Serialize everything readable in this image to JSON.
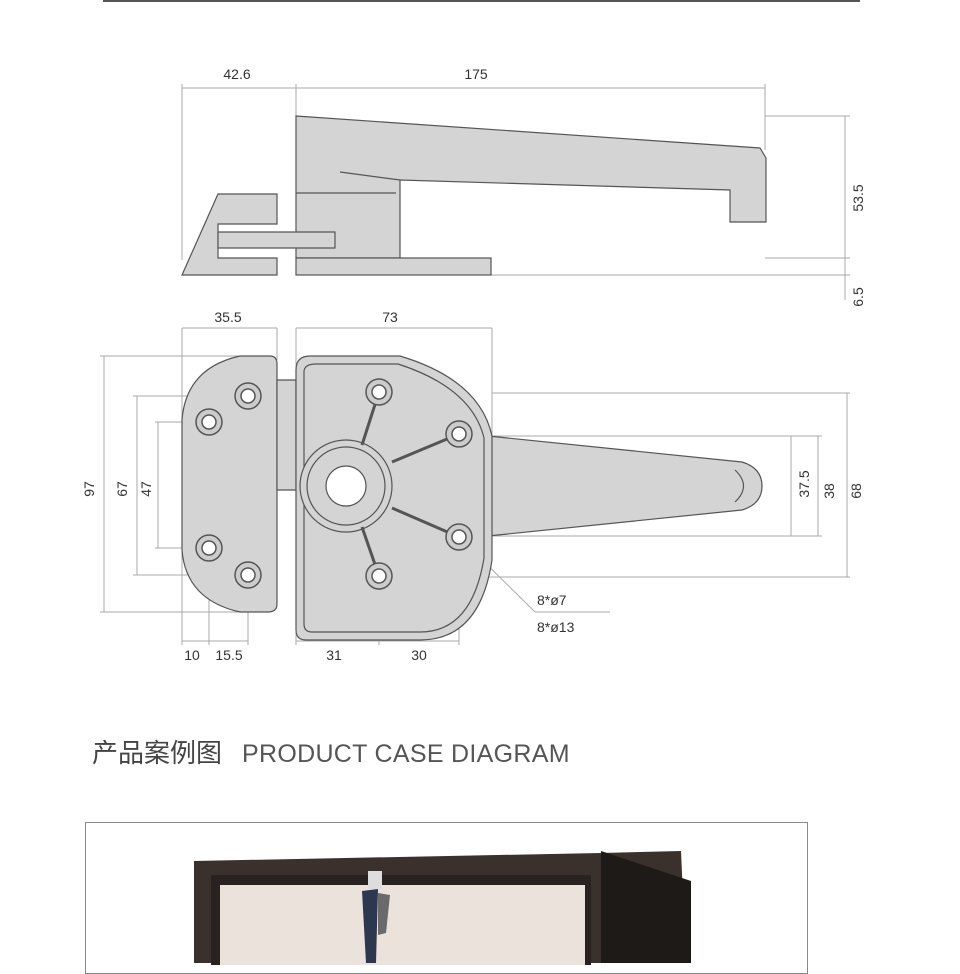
{
  "drawing": {
    "side_view": {
      "dim_left": "42.6",
      "dim_length": "175",
      "dim_height": "53.5",
      "dim_base": "6.5"
    },
    "plan_view": {
      "dim_plate_width": "35.5",
      "dim_body_width": "73",
      "dim_total_height": "97",
      "dim_hole_span_outer": "67",
      "dim_hole_span_inner": "47",
      "dim_arm_tip": "37.5",
      "dim_arm": "38",
      "dim_body_height": "68",
      "hole_small": "8*ø7",
      "hole_large": "8*ø13",
      "dim_a": "10",
      "dim_b": "15.5",
      "dim_c": "31",
      "dim_d": "30"
    }
  },
  "section": {
    "title_cn": "产品案例图",
    "title_en": "PRODUCT CASE DIAGRAM"
  },
  "colors": {
    "part_fill": "#d4d4d4",
    "outline": "#555555",
    "dim_line": "#aaaaaa"
  }
}
